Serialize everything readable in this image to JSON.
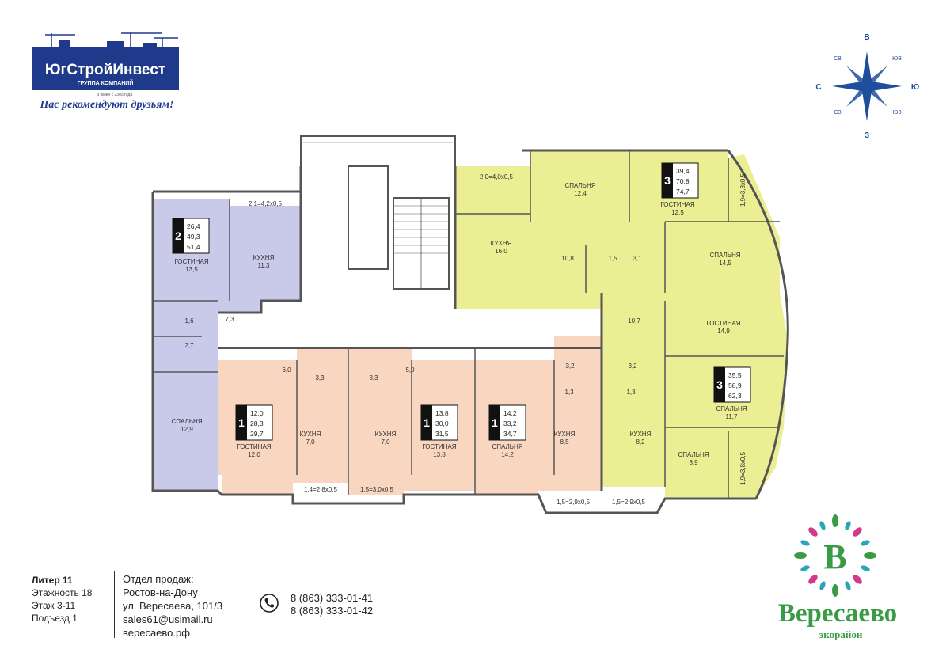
{
  "developer": {
    "name": "ЮгСтройИнвест",
    "subtitle": "ГРУППА КОМПАНИЙ",
    "since": "з юмин с 2303 года",
    "slogan": "Нас рекомендуют друзьям!",
    "color": "#1f3a8a"
  },
  "compass": {
    "n": "В",
    "s": "З",
    "w": "С",
    "e": "Ю",
    "nw": "СВ",
    "ne": "ЮВ",
    "sw": "СЗ",
    "se": "ЮЗ",
    "color": "#1f4e9c"
  },
  "colors": {
    "apt_2room": "#c9c9ea",
    "apt_1room": "#f8d6c0",
    "apt_3room": "#ecee93",
    "wall": "#555555",
    "brand_green": "#3a9b46"
  },
  "apartments": {
    "a2": {
      "rooms": "2",
      "living": "26,4",
      "total": "49,3",
      "with_balcony": "51,4"
    },
    "a1_left": {
      "rooms": "1",
      "living": "12,0",
      "total": "28,3",
      "with_balcony": "29,7"
    },
    "a1_mid": {
      "rooms": "1",
      "living": "13,8",
      "total": "30,0",
      "with_balcony": "31,5"
    },
    "a1_right": {
      "rooms": "1",
      "living": "14,2",
      "total": "33,2",
      "with_balcony": "34,7"
    },
    "a3_top": {
      "rooms": "3",
      "living": "39,4",
      "total": "70,8",
      "with_balcony": "74,7"
    },
    "a3_bottom": {
      "rooms": "3",
      "living": "35,5",
      "total": "58,9",
      "with_balcony": "62,3"
    }
  },
  "rooms": {
    "balcony_2": "2,1=4,2х0,5",
    "living_2_name": "ГОСТИНАЯ",
    "living_2_area": "13,5",
    "kitchen_2_name": "КУХНЯ",
    "kitchen_2_area": "11,3",
    "bath_2a": "1,6",
    "bath_2b": "2,7",
    "hall_2": "7,3",
    "bedroom_2_name": "СПАЛЬНЯ",
    "bedroom_2_area": "12,9",
    "hall_1l": "6,0",
    "bath_1l": "3,3",
    "living_1l_name": "ГОСТИНАЯ",
    "living_1l_area": "12,0",
    "kitchen_1l_name": "КУХНЯ",
    "kitchen_1l_area": "7,0",
    "balcony_1l": "1,4=2,8х0,5",
    "bath_1m": "3,3",
    "hall_1m": "5,9",
    "kitchen_1m_name": "КУХНЯ",
    "kitchen_1m_area": "7,0",
    "living_1m_name": "ГОСТИНАЯ",
    "living_1m_area": "13,8",
    "balcony_1m": "1,5=3,0х0,5",
    "bedroom_1r_name": "СПАЛЬНЯ",
    "bedroom_1r_area": "14,2",
    "bath_1r": "3,2",
    "wc_1r": "1,3",
    "kitchen_1r_name": "КУХНЯ",
    "kitchen_1r_area": "8,5",
    "balcony_1r": "1,5=2,9х0,5",
    "balcony_3t": "2,0=4,0х0,5",
    "bedroom_3t1_name": "СПАЛЬНЯ",
    "bedroom_3t1_area": "12,4",
    "living_3t_name": "ГОСТИНАЯ",
    "living_3t_area": "12,5",
    "kitchen_3t_name": "КУХНЯ",
    "kitchen_3t_area": "16,0",
    "hall_3t": "10,8",
    "wc_3t": "1,5",
    "bath_3t": "3,1",
    "bedroom_3t2_name": "СПАЛЬНЯ",
    "bedroom_3t2_area": "14,5",
    "balcony_3t2": "1,9=3,8х0,5",
    "hall_3b": "10,7",
    "living_3b_name": "ГОСТИНАЯ",
    "living_3b_area": "14,9",
    "bath_3b": "3,2",
    "wc_3b": "1,3",
    "kitchen_3b_name": "КУХНЯ",
    "kitchen_3b_area": "8,2",
    "bedroom_3b1_name": "СПАЛЬНЯ",
    "bedroom_3b1_area": "11,7",
    "bedroom_3b2_name": "СПАЛЬНЯ",
    "bedroom_3b2_area": "8,9",
    "balcony_3b": "1,5=2,9х0,5",
    "balcony_3b2": "1,9=3,8х0,5"
  },
  "building": {
    "liter": "Литер 11",
    "floors": "Этажность 18",
    "floor": "Этаж 3-11",
    "entrance": "Подъезд 1"
  },
  "sales": {
    "title": "Отдел продаж:",
    "city": "Ростов-на-Дону",
    "street": "ул. Вересаева, 101/3",
    "email": "sales61@usimail.ru",
    "site": "вересаево.рф",
    "phone1": "8 (863) 333-01-41",
    "phone2": "8 (863) 333-01-42",
    "phone_icon": "phone-icon"
  },
  "project": {
    "logo_letter": "В",
    "name": "Вересаево",
    "subtitle": "экорайон"
  }
}
